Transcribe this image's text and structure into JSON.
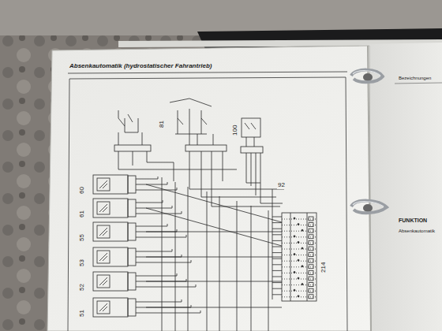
{
  "diagram": {
    "title": "Absenkautomatik (hydrostatischer Fahrantrieb)",
    "labels": [
      "Bezeichnungen",
      "FUNKTION",
      "Absenkautomatik",
      "60",
      "61",
      "55",
      "53",
      "52",
      "51",
      "81",
      "100",
      "92",
      "214"
    ]
  }
}
